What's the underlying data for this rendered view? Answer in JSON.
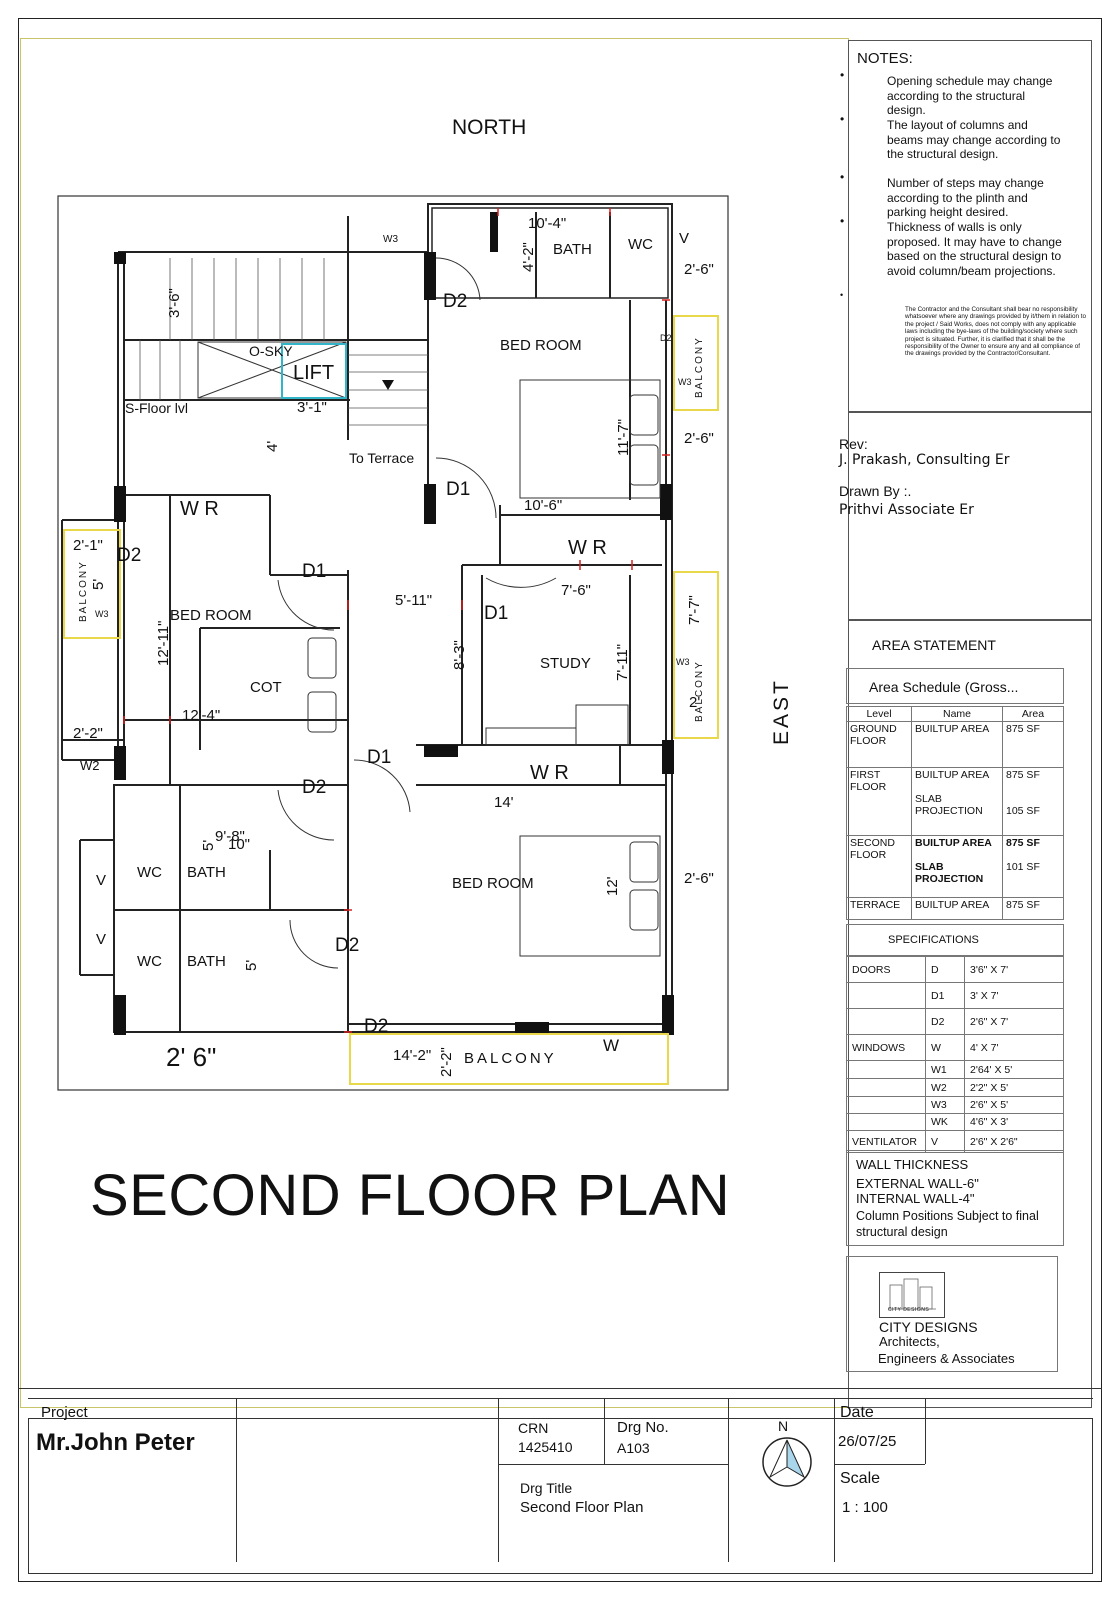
{
  "plan": {
    "title": "SECOND FLOOR PLAN",
    "north_label": "NORTH",
    "east_label": "EAST",
    "rooms": {
      "bedroom_ne": "BED ROOM",
      "bedroom_w": "BED ROOM",
      "bedroom_se": "BED ROOM",
      "study": "STUDY",
      "bath_n": "BATH",
      "wc_n": "WC",
      "v_n": "V",
      "wc_w1": "WC",
      "bath_w1": "BATH",
      "wc_w2": "WC",
      "bath_w2": "BATH",
      "v_w1": "V",
      "v_w2": "V",
      "cot": "COT",
      "lift": "LIFT",
      "osky": "O-SKY",
      "sfloor": "S-Floor lvl",
      "to_terrace": "To Terrace",
      "wr_w": "W R",
      "wr_ne": "W R",
      "wr_c": "W R",
      "balcony_s": "BALCONY",
      "balcony_w": "BALCONY",
      "balcony_e1": "BALCONY",
      "balcony_e2": "BALCONY"
    },
    "openings": {
      "w3_n": "W3",
      "d2_n": "D2",
      "d1_n": "D1",
      "d2_w": "D2",
      "w3_w": "W3",
      "d1_w": "D1",
      "d1_c": "D1",
      "d1_s": "D1",
      "d2_s1": "D2",
      "d2_s2": "D2",
      "d2_s3": "D2",
      "d2_e": "D2",
      "w3_e1": "W3",
      "w3_e2": "W3",
      "w2_w": "W2",
      "w_s": "W"
    },
    "dimensions": {
      "d_10_4": "10'-4\"",
      "d_4_2": "4'-2\"",
      "d_2_6a": "2'-6\"",
      "d_3_6": "3'-6\"",
      "d_3_1": "3'-1\"",
      "d_4": "4'",
      "d_2_6b": "2'-6\"",
      "d_11_7": "11'-7\"",
      "d_10_6": "10'-6\"",
      "d_2_1": "2'-1\"",
      "d_5a": "5'",
      "d_12_11": "12'-11\"",
      "d_12_4": "12'-4\"",
      "d_2_2": "2'-2\"",
      "d_5_11": "5'-11\"",
      "d_7_6": "7'-6\"",
      "d_8_3": "8'-3\"",
      "d_7_11": "7'-11\"",
      "d_7_7": "7'-7\"",
      "d_2a": "2'",
      "d_14": "14'",
      "d_9_8": "9'-8\"",
      "d_10": "10\"",
      "d_5b": "5'",
      "d_5c": "5'",
      "d_12": "12'",
      "d_2_6c": "2'-6\"",
      "d_2_6_big": "2' 6\"",
      "d_14_2": "14'-2\"",
      "d_2_2b": "2'-2\""
    }
  },
  "notes": {
    "title": "NOTES:",
    "items": [
      "Opening schedule may change according to the structural design.",
      "The layout of columns and beams may change according to the structural design.",
      "Number of steps may change according to the plinth and parking height desired.",
      "Thickness of walls is only proposed. It may have to change based on the structural design to avoid column/beam projections."
    ],
    "disclaimer": "The Contractor and the Consultant shall bear no responsibility whatsoever where any drawings provided by it/them in relation to the project / Said Works, does not comply with any applicable laws including the bye-laws of the building/society where such project is situated. Further, it is clarified that it shall be the responsibility of the Owner to ensure any and all compliance of the drawings provided by the Contractor/Consultant."
  },
  "rev": {
    "rev_label": "Rev:",
    "rev_value": "J. Prakash, Consulting Er",
    "drawn_label": "Drawn By :.",
    "drawn_value": "Prithvi Associate Er"
  },
  "area": {
    "heading": "AREA STATEMENT",
    "schedule_title": "Area Schedule (Gross...",
    "columns": [
      "Level",
      "Name",
      "Area"
    ],
    "rows": [
      {
        "level": "GROUND FLOOR",
        "name": "BUILTUP AREA",
        "area": "875 SF"
      },
      {
        "level": "FIRST FLOOR",
        "name": "BUILTUP AREA",
        "area": "875 SF",
        "name2": "SLAB PROJECTION",
        "area2": "105 SF"
      },
      {
        "level": "SECOND FLOOR",
        "name": "BUILTUP AREA",
        "area": "875 SF",
        "name2": "SLAB PROJECTION",
        "area2": "101 SF"
      },
      {
        "level": "TERRACE",
        "name": "BUILTUP AREA",
        "area": "875 SF"
      }
    ],
    "spec_heading": "SPECIFICATIONS",
    "specs": [
      {
        "group": "DOORS",
        "code": "D",
        "size": "3'6\" X 7'"
      },
      {
        "group": "",
        "code": "D1",
        "size": "3' X 7'"
      },
      {
        "group": "",
        "code": "D2",
        "size": "2'6\" X 7'"
      },
      {
        "group": "WINDOWS",
        "code": "W",
        "size": "4' X 7'"
      },
      {
        "group": "",
        "code": "W1",
        "size": "2'64' X 5'"
      },
      {
        "group": "",
        "code": "W2",
        "size": "2'2\" X 5'"
      },
      {
        "group": "",
        "code": "W3",
        "size": "2'6\" X 5'"
      },
      {
        "group": "",
        "code": "WK",
        "size": "4'6\" X 3'"
      },
      {
        "group": "VENTILATOR",
        "code": "V",
        "size": "2'6\" X 2'6\""
      }
    ],
    "wall_heading": "WALL THICKNESS",
    "wall_ext": "EXTERNAL WALL-6\"",
    "wall_int": "INTERNAL WALL-4\"",
    "wall_note": "Column Positions Subject to final structural design"
  },
  "firm": {
    "logo_text": "CITY DESIGNS",
    "name": "CITY DESIGNS",
    "line2": "Architects,",
    "line3": "Engineers & Associates"
  },
  "title_block": {
    "project_label": "Project",
    "project_value": "Mr.John Peter",
    "crn_label": "CRN",
    "crn_value": "1425410",
    "drg_no_label": "Drg No.",
    "drg_no_value": "A103",
    "drg_title_label": "Drg Title",
    "drg_title_value": "Second Floor Plan",
    "north_letter": "N",
    "date_label": "Date",
    "date_value": "26/07/25",
    "scale_label": "Scale",
    "scale_value": "1 : 100"
  },
  "colors": {
    "wall": "#222222",
    "lift": "#33b5c9",
    "balcony": "#e8d84a",
    "dim_tick": "#d62020",
    "frame": "#c8c46a"
  }
}
